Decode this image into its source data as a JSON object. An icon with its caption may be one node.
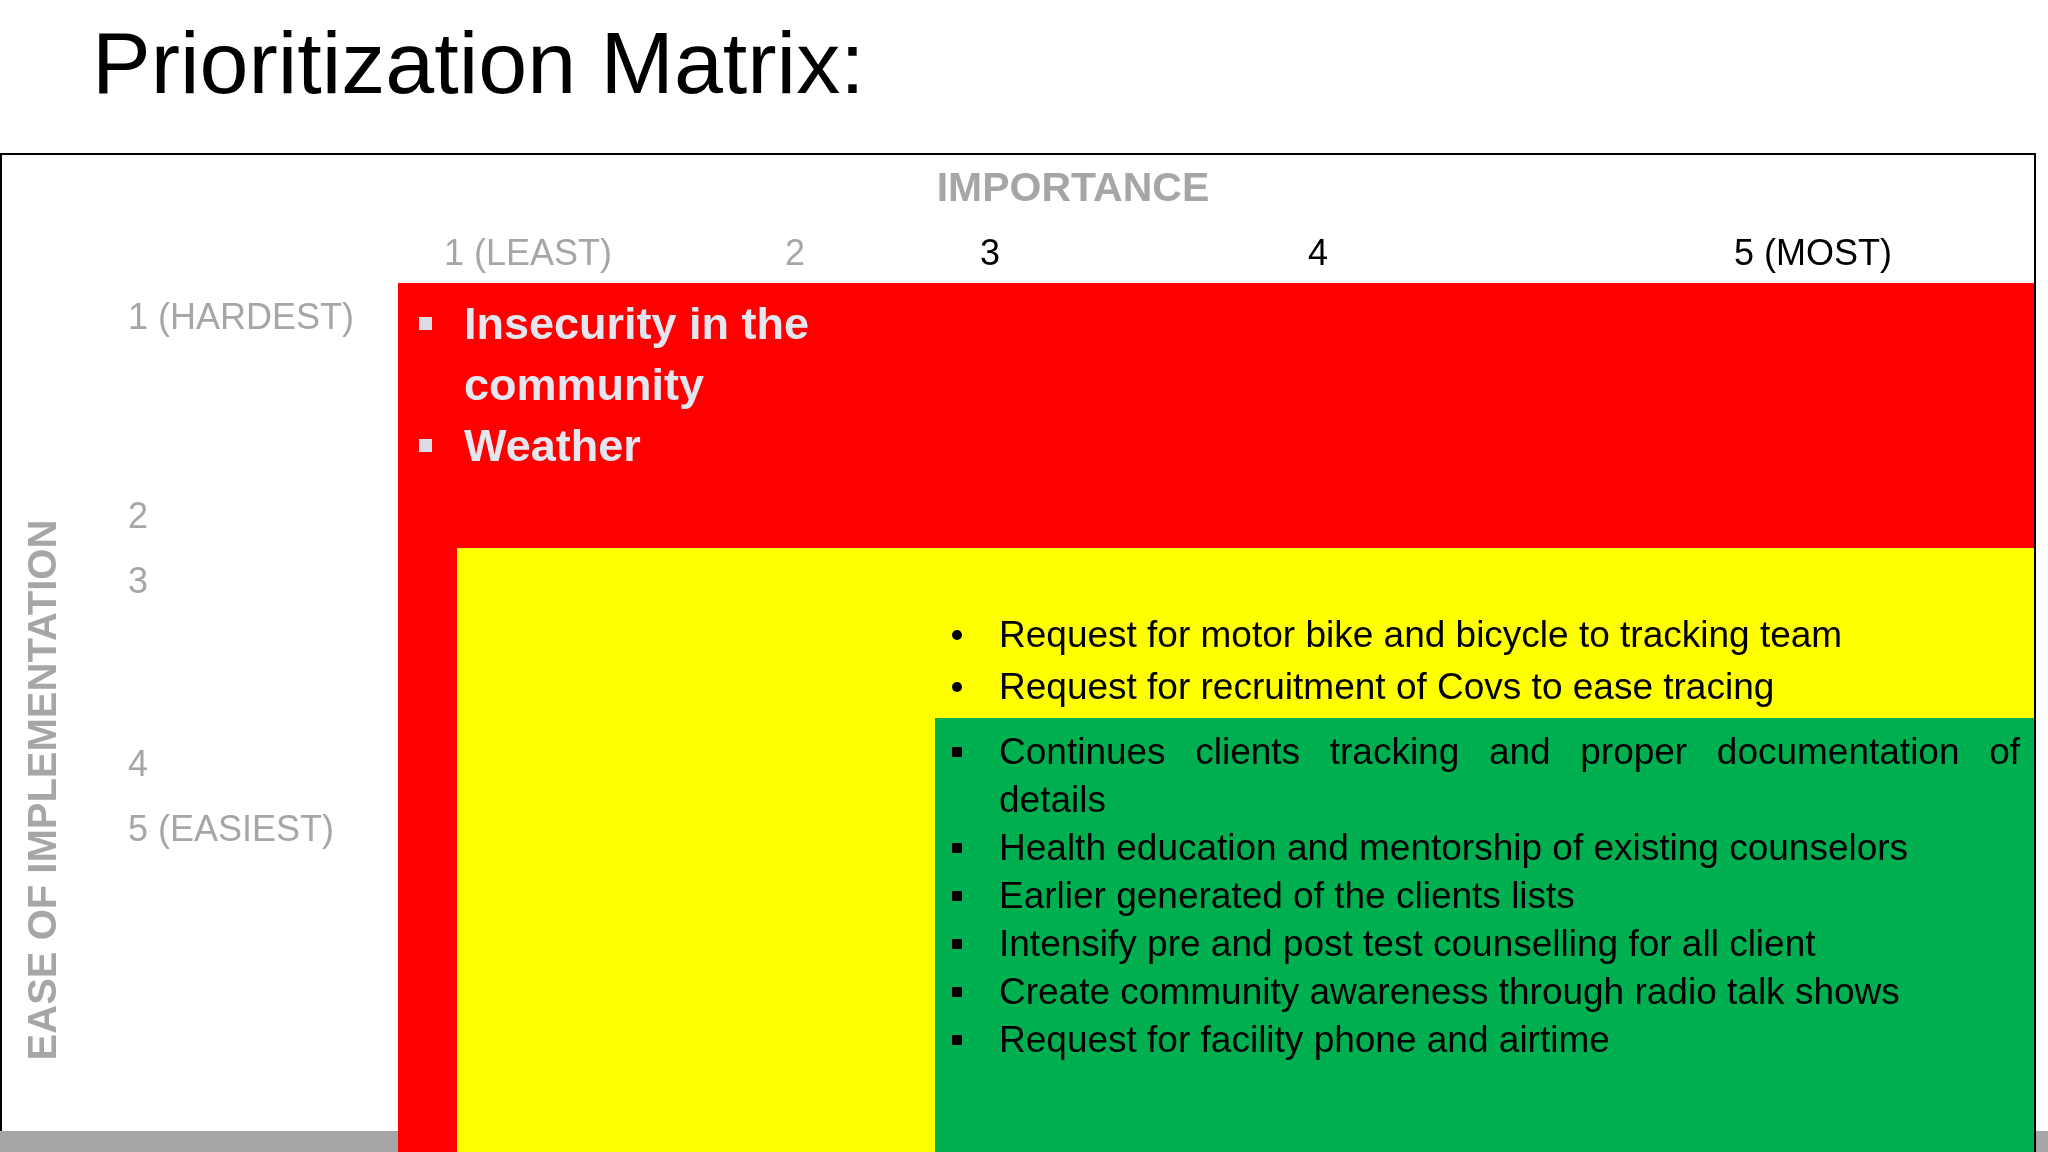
{
  "diagram": {
    "title": "Prioritization Matrix:",
    "nodes": [
      {
        "text": [
          "Insecurity in the community",
          "Weather"
        ]
      },
      {
        "text": [
          "Request for motor bike and bicycle to tracking team",
          "Request for recruitment of Covs to ease tracing"
        ],
        "in": 0
      },
      {
        "text": [
          "Continues clients tracking and proper documentation of details",
          "Health education and mentorship of existing counselors",
          "Earlier generated of the clients lists",
          "Intensify pre and post test counselling for all client",
          "Create community awareness through radio talk shows",
          "Request for facility phone and airtime"
        ],
        "in": 1
      }
    ],
    "labels": [
      "IMPORTANCE",
      "1 (LEAST)",
      "2",
      "3",
      "4",
      "5 (MOST)",
      "1 (HARDEST)",
      "2",
      "3",
      "4",
      "5 (EASIEST)",
      "EASE OF IMPLEMENTATION"
    ]
  }
}
